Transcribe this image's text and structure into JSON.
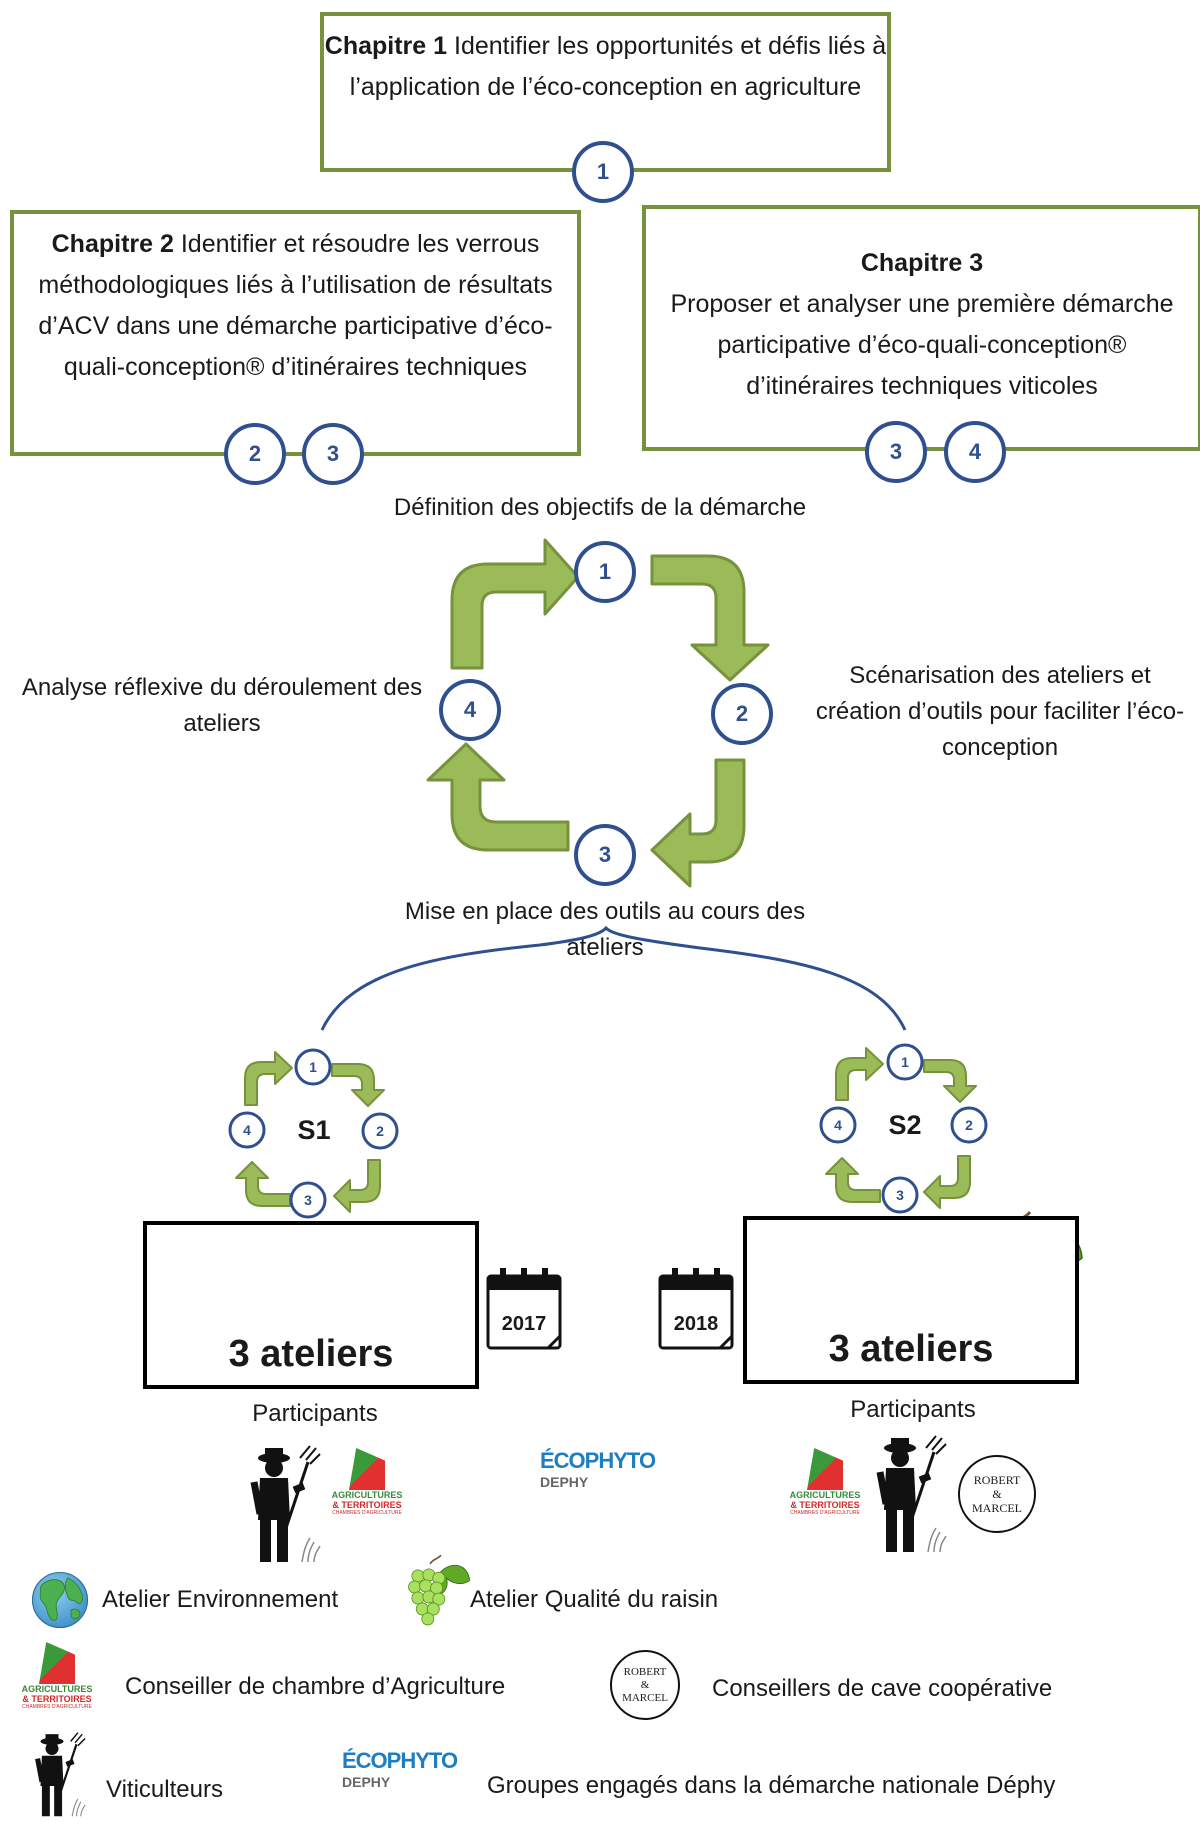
{
  "chapters": {
    "c1": {
      "title": "Chapitre 1",
      "text": "Identifier les opportunités et défis liés à l’application de l’éco-conception en agriculture"
    },
    "c2": {
      "title": "Chapitre 2",
      "text": "Identifier et résoudre les verrous méthodologiques liés à l’utilisation de résultats d’ACV dans une démarche participative d’éco-quali-conception® d’itinéraires techniques"
    },
    "c3": {
      "title": "Chapitre 3",
      "text": "Proposer et analyser une première démarche participative d’éco-quali-conception® d’itinéraires techniques viticoles"
    }
  },
  "badges": {
    "n1": "1",
    "n2": "2",
    "n3": "3",
    "n4": "4"
  },
  "cycle": {
    "step1": "Définition des objectifs de la démarche",
    "step2": "Scénarisation des ateliers et création d’outils pour faciliter l’éco-conception",
    "step3": "Mise en place des outils au cours des ateliers",
    "step4": "Analyse réflexive du déroulement des ateliers"
  },
  "sessions": {
    "s1": {
      "label": "S1",
      "workshops": "3 ateliers",
      "year": "2017",
      "participants": "Participants"
    },
    "s2": {
      "label": "S2",
      "workshops": "3 ateliers",
      "year": "2018",
      "participants": "Participants"
    }
  },
  "logos": {
    "agri_line1": "AGRICULTURES",
    "agri_line2": "& TERRITOIRES",
    "agri_line3": "CHAMBRES D'AGRICULTURE",
    "ecophyto": "ÉCOPHYTO",
    "dephy": "DEPHY",
    "robert1": "ROBERT",
    "robert2": "&",
    "robert3": "MARCEL"
  },
  "legend": {
    "env": "Atelier Environnement",
    "quality": "Atelier Qualité du raisin",
    "chamber": "Conseiller de chambre d’Agriculture",
    "coop": "Conseillers de cave coopérative",
    "growers": "Viticulteurs",
    "dephy": "Groupes engagés dans la démarche nationale Déphy"
  },
  "colors": {
    "green_box": "#76923c",
    "arrow_green": "#9bbb59",
    "badge_blue": "#2f4f8f"
  }
}
